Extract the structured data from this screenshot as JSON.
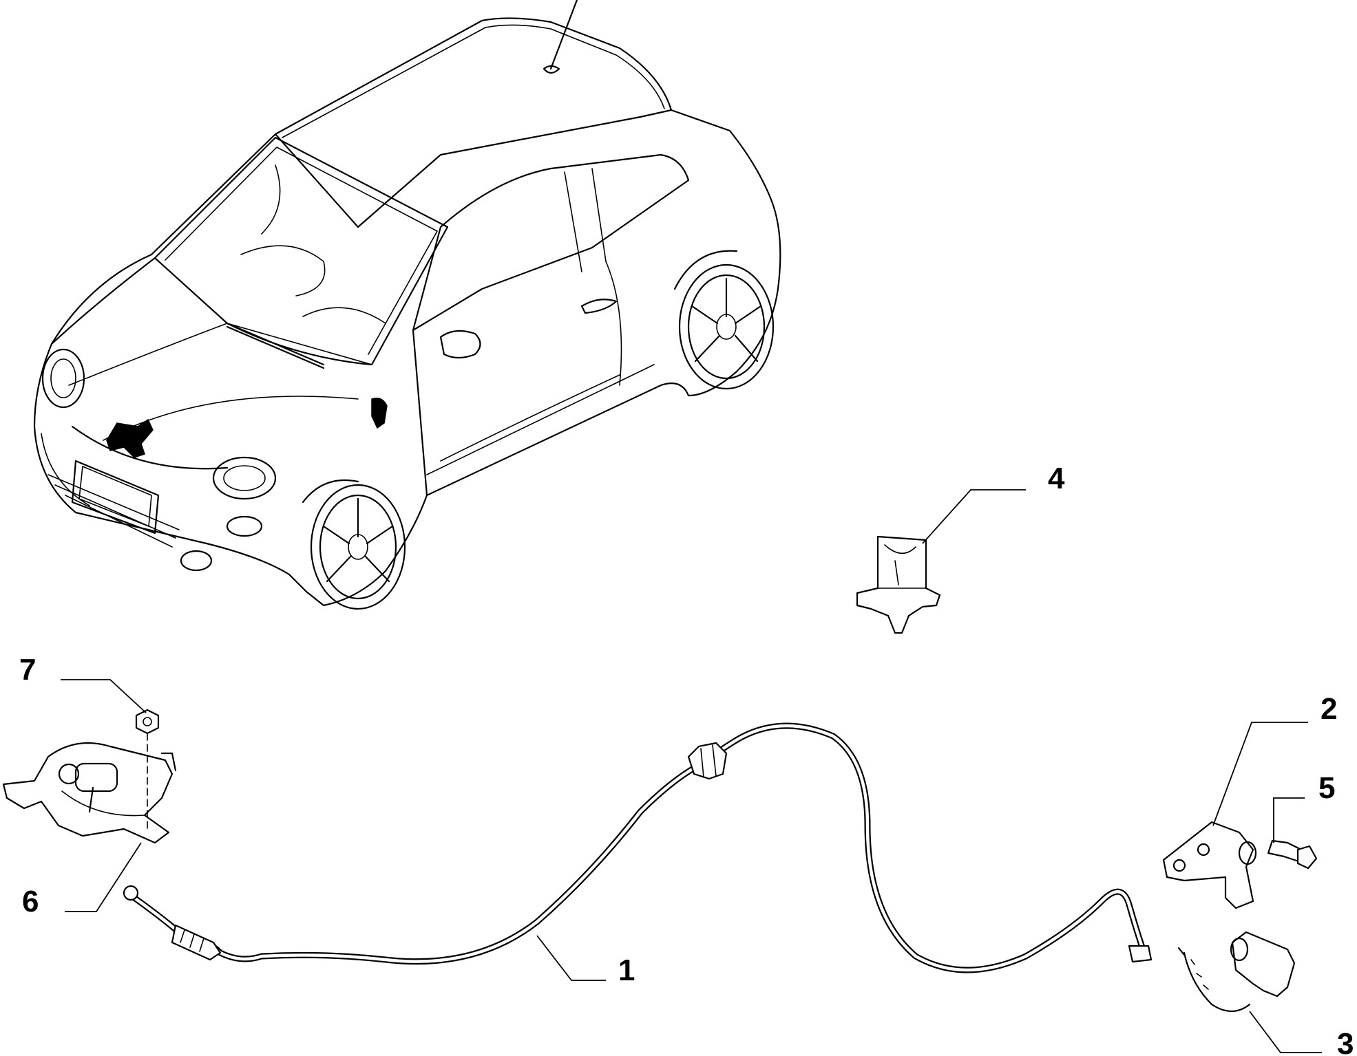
{
  "callouts": {
    "c1": "1",
    "c2": "2",
    "c3": "3",
    "c4": "4",
    "c5": "5",
    "c6": "6",
    "c7": "7"
  },
  "stroke_color": "#000000",
  "background_color": "#ffffff"
}
